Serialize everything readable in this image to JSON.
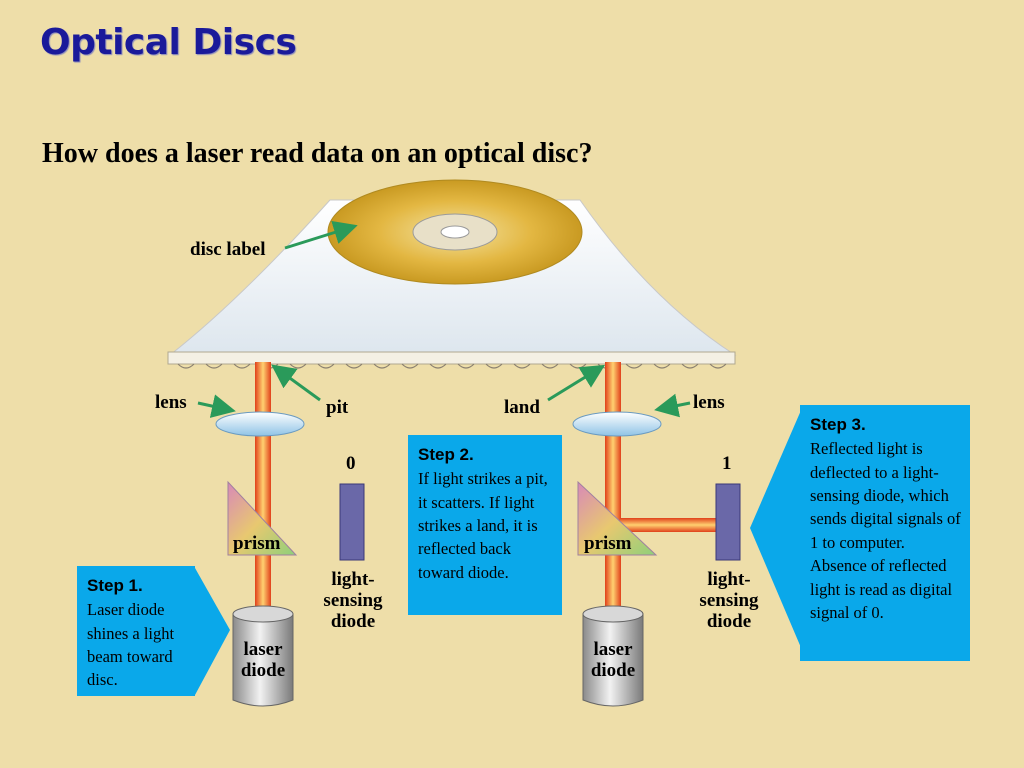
{
  "title": "Optical Discs",
  "subtitle": "How does a laser read data on an optical disc?",
  "labels": {
    "disc_label": "disc label",
    "lens_left": "lens",
    "lens_right": "lens",
    "pit": "pit",
    "land": "land",
    "prism_left": "prism",
    "prism_right": "prism",
    "value_left": "0",
    "value_right": "1",
    "sensor_left": "light-\nsensing\ndiode",
    "sensor_right": "light-\nsensing\ndiode",
    "laser_left": "laser\ndiode",
    "laser_right": "laser\ndiode"
  },
  "steps": [
    {
      "heading": "Step 1.",
      "body": "Laser diode shines a light beam toward disc."
    },
    {
      "heading": "Step 2.",
      "body": "If light strikes a pit, it scatters. If light strikes a land, it is reflected back toward diode."
    },
    {
      "heading": "Step 3.",
      "body": "Reflected light is deflected to a light-sensing diode, which sends digital signals of 1 to computer. Absence of reflected light is read as digital signal of 0."
    }
  ],
  "colors": {
    "background": "#eedea9",
    "title": "#1a1a9a",
    "callout": "#0aa8ea",
    "arrow": "#2a9a5a",
    "beam": "#e8541c",
    "sensor": "#6a68a8"
  }
}
